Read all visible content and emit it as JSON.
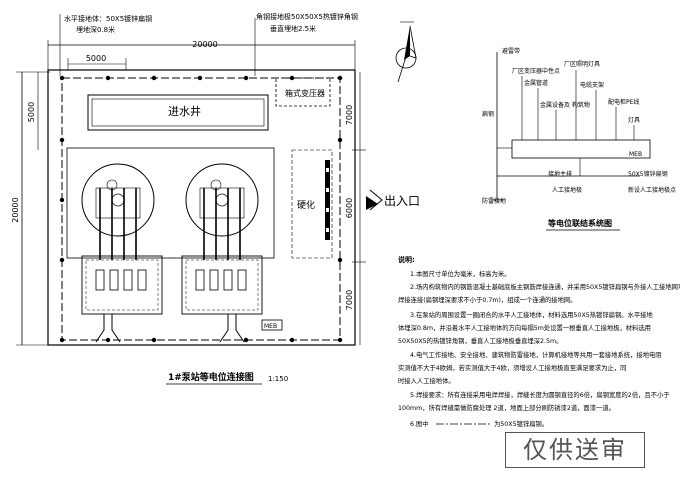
{
  "plan": {
    "dim_top": "20000",
    "dim_inner": "5000",
    "dim_left": "20000",
    "dim_left_top": "5000",
    "dim_right_a": "7000",
    "dim_right_b": "6000",
    "dim_right_c": "7000",
    "callout_strip_1": "水平接地体：50X5镀锌扁钢",
    "callout_strip_2": "埋地深0.8米",
    "callout_lead_1": "角钢接地极50X50X5热镀锌角钢",
    "callout_lead_2": "垂直埋地2.5米",
    "inlet_well": "进水井",
    "transformer": "箱式变压器",
    "hardened": "硬化",
    "entrance": "出入口",
    "meb": "MEB",
    "title": "1#泵站等电位连接图",
    "scale": "1:150"
  },
  "system": {
    "title": "等电位联结系统图",
    "lightning_rod": "避雷带",
    "transformer_ground": "厂区变压器中性点",
    "pipes": "金属管道",
    "lighting": "厂区照明灯具",
    "equipment": "金属设备及 构筑物",
    "cable": "电缆支架",
    "pe": "配电柜PE线",
    "strip": "扁钢",
    "fixture": "灯具",
    "meb": "MEB",
    "main_line": "接地主排",
    "steel": "50X5镀锌扁钢",
    "ground_electrode": "人工接地极",
    "building_ground": "防雷接地",
    "new_electrode": "新设人工接地极点"
  },
  "notes": {
    "heading": "说明:",
    "n1": "1.本图尺寸单位为毫米，标高为米。",
    "n2a": "2.场内构筑物内的钢筋混凝土基础底板主钢筋焊接连通，并采用50X5镀锌扁钢与外接人工接地网可靠",
    "n2b": "焊接连接(扁钢埋深要求不小于0.7m)，组成一个连通的接地网。",
    "n3a": "3.在泵站的周围设置一圈闭合的水平人工接地体，材料选用50X5热镀锌扁钢。水平接地",
    "n3b": "体埋深0.8m，并沿着水平人工接地体的方向每隔5m处设置一根垂直人工接地极，材料选用",
    "n3c": "50X50X5的热镀锌角钢，垂直人工接地极垂直埋深2.5m。",
    "n4a": "4.电气工作接地、安全接地、建筑物防雷接地，计算机接地等共用一套接地系统，接地电阻",
    "n4b": "实测值不大于4欧姆，若实测值大于4欧，须增设人工接地极直至满足要求为止，同",
    "n4c": "时接入人工接地体。",
    "n5a": "5.焊接要求：所有连接采用电焊焊接，焊缝长度为圆钢直径的6倍，扁钢宽度的2倍，且不小于",
    "n5b": "100mm，所有焊缝需做防腐处理 2道，地面上部分刷防锈漆2道，面漆一道。",
    "n6a": "6.图中",
    "n6b": "为50X5镀锌扁钢。"
  },
  "stamp": "仅供送审"
}
